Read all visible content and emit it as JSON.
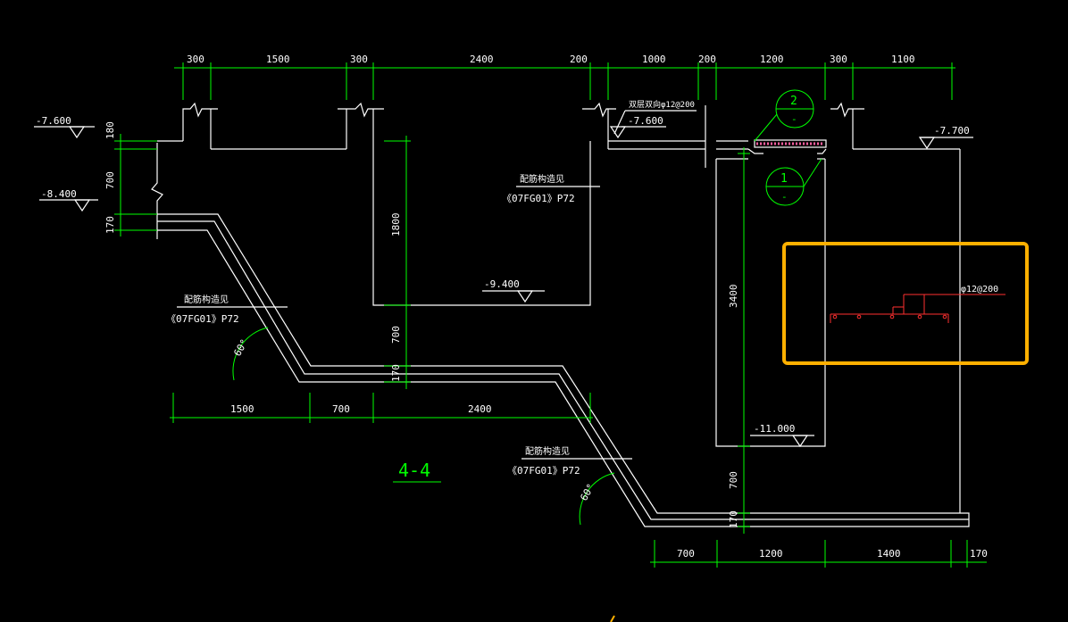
{
  "dims_top": [
    "300",
    "1500",
    "300",
    "2400",
    "200",
    "1000",
    "200",
    "1200",
    "300",
    "1100"
  ],
  "dims_mid": [
    "1500",
    "700",
    "2400"
  ],
  "dims_bottom": [
    "700",
    "1200",
    "1400",
    "170"
  ],
  "dims_left_vertical": [
    "180",
    "700",
    "170"
  ],
  "dims_vertical": {
    "d1800": "1800",
    "d700a": "700",
    "d170a": "170",
    "d3400": "3400",
    "d700b": "700",
    "d170b": "170"
  },
  "levels": {
    "l7600a": "-7.600",
    "l8400": "-8.400",
    "l7600b": "-7.600",
    "l7700": "-7.700",
    "l9400": "-9.400",
    "l11000": "-11.000"
  },
  "notes": {
    "rebar_top": "双层双向φ12@200",
    "ref1_line1": "配筋构造见",
    "ref1_line2": "《07FG01》P72",
    "ref2_line1": "配筋构造见",
    "ref2_line2": "《07FG01》P72",
    "ref3_line1": "配筋构造见",
    "ref3_line2": "《07FG01》P72",
    "rebar_box": "φ12@200"
  },
  "angles": {
    "a1": "60°",
    "a2": "60°"
  },
  "callouts": {
    "c2_num": "2",
    "c2_sub": "-",
    "c1_num": "1",
    "c1_sub": "-"
  },
  "section_title": "4-4",
  "colors": {
    "background": "#000000",
    "dimension": "#00ff00",
    "outline": "#ffffff",
    "rebar": "#ff3030",
    "highlight": "#ffb000"
  }
}
